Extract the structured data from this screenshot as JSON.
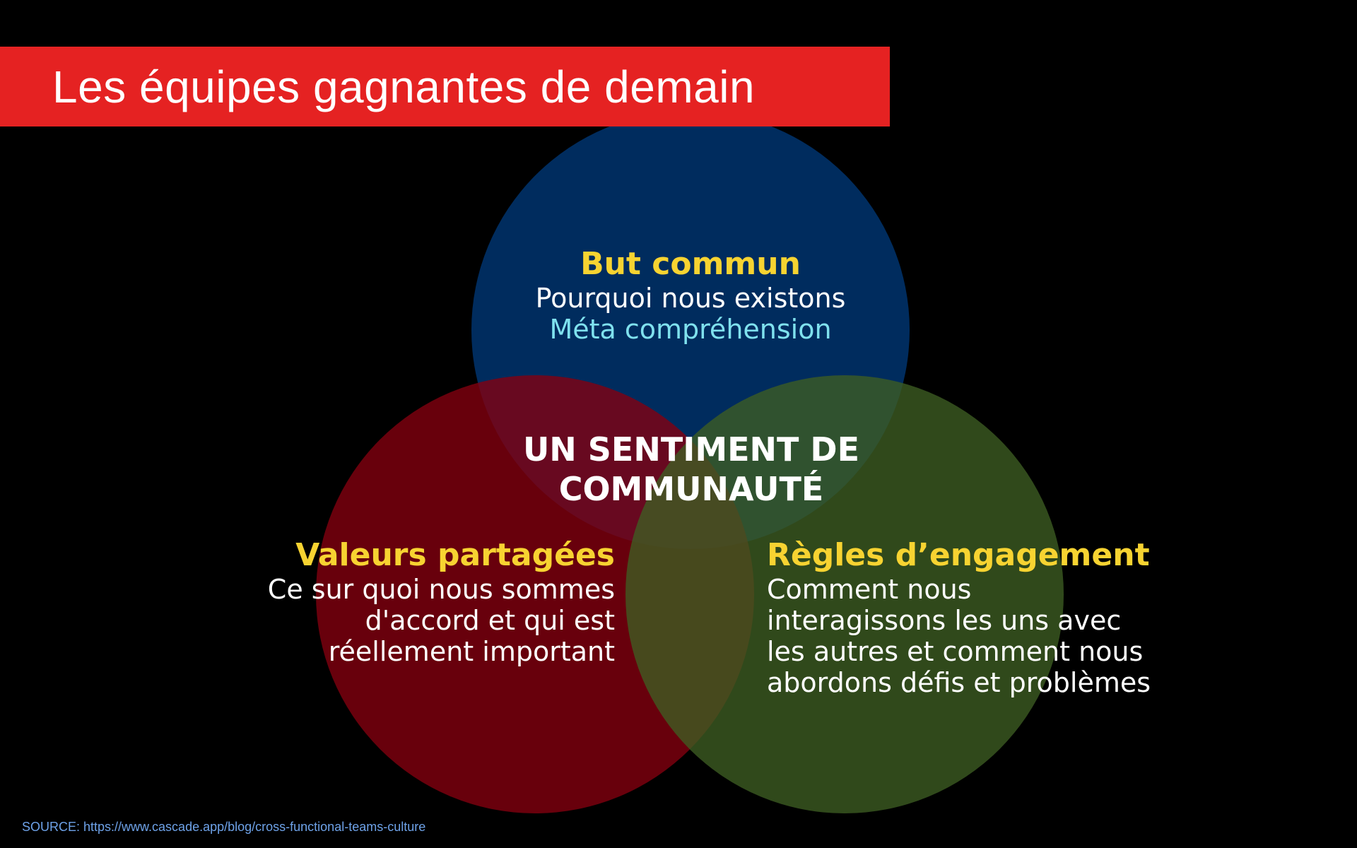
{
  "title": "Les équipes gagnantes de demain",
  "colors": {
    "title_bar": "#e52222",
    "circle_top": "#002c5e",
    "circle_left": "#85000f",
    "circle_right": "#3d5e23",
    "heading": "#f7d331",
    "text": "#ffffff",
    "accent": "#7fe1ee",
    "source": "#6ea2e8"
  },
  "diagram": {
    "top": {
      "heading": "But commun",
      "line1": "Pourquoi nous existons",
      "line2": "Méta compréhension"
    },
    "left": {
      "heading": "Valeurs partagées",
      "line1": "Ce sur quoi nous sommes",
      "line2": "d'accord et qui est",
      "line3": "réellement important"
    },
    "right": {
      "heading": "Règles d’engagement",
      "line1": "Comment nous",
      "line2": "interagissons les uns avec",
      "line3": "les autres et comment nous",
      "line4": "abordons défis et problèmes"
    },
    "center": {
      "line1": "UN SENTIMENT DE",
      "line2": "COMMUNAUTÉ"
    }
  },
  "source": "SOURCE: https://www.cascade.app/blog/cross-functional-teams-culture"
}
